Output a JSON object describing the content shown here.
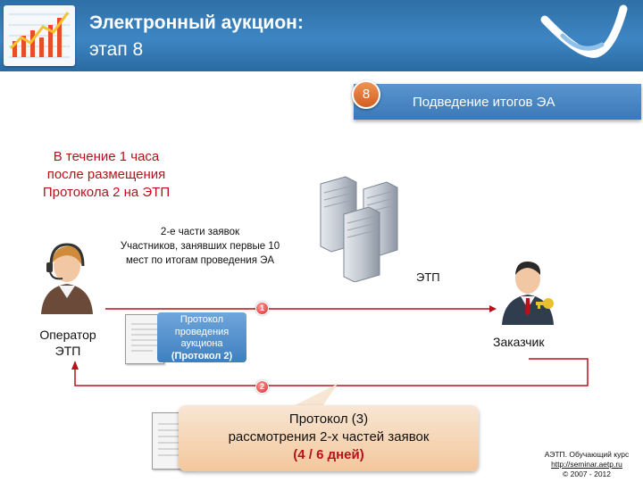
{
  "header": {
    "title_line1": "Электронный аукцион:",
    "title_line2": "этап 8"
  },
  "stage": {
    "number": "8",
    "label": "Подведение итогов ЭА"
  },
  "note": {
    "lines": [
      "В течение 1 часа",
      "после размещения",
      "Протокола 2 на ЭТП"
    ]
  },
  "description": {
    "lines": [
      "2-е части заявок",
      "Участников, занявших первые 10",
      "мест по итогам проведения ЭА"
    ]
  },
  "etp_label": "ЭТП",
  "operator": {
    "lines": [
      "Оператор",
      "ЭТП"
    ]
  },
  "customer": {
    "label": "Заказчик"
  },
  "steps": {
    "step1": "1",
    "step2": "2"
  },
  "protocol2": {
    "lines": [
      "Протокол",
      "проведения",
      "аукциона"
    ],
    "bold": "(Протокол 2)"
  },
  "protocol3": {
    "line1": "Протокол (3)",
    "line2": "рассмотрения 2-х частей заявок",
    "deadline": "(4 / 6 дней)"
  },
  "footer": {
    "course": "АЭТП. Обучающий курс",
    "url": "http://seminar.aetp.ru",
    "copyright": "© 2007 - 2012"
  },
  "colors": {
    "header_blue": "#3d86c3",
    "accent_red": "#b5121b",
    "flow_line": "#b5121b",
    "stage_badge": "#d35f1f"
  }
}
